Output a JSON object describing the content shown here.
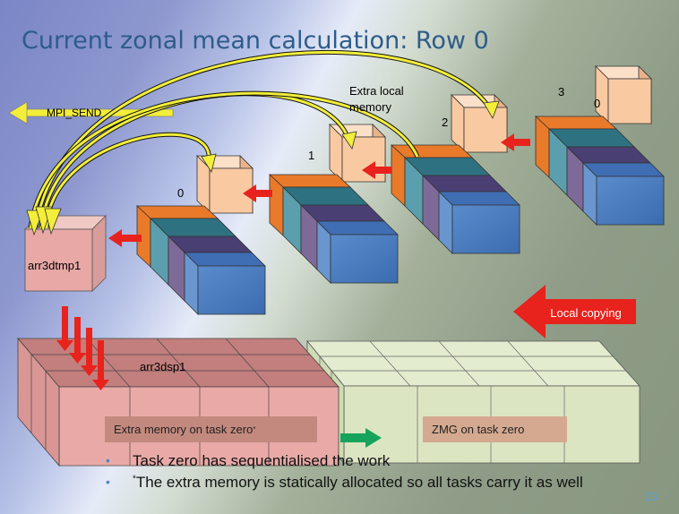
{
  "title": "Current zonal mean calculation: Row 0",
  "labels": {
    "mpi_send": "MPI_SEND",
    "extra_local_memory_line1": "Extra local",
    "extra_local_memory_line2": "memory",
    "index_0_left": "0",
    "index_1": "1",
    "index_2": "2",
    "index_3": "3",
    "index_0_right": "0",
    "arr3dtmp1": "arr3dtmp1",
    "arr3dsp1": "arr3dsp1",
    "local_copying": "Local copying",
    "extra_memory_task_zero": "Extra memory on task zero",
    "extra_memory_footnote_mark": "*",
    "zmg_task_zero": "ZMG on task zero"
  },
  "bullets": [
    {
      "text": "Task zero has sequentialised the work"
    },
    {
      "sup": "*",
      "text": "The extra memory is statically allocated so all tasks carry it as well"
    }
  ],
  "page_number": "23",
  "colors": {
    "title": "#2e5c8a",
    "red_arrow": "#e8221c",
    "orange_face": "#e97a2a",
    "peach_box": "#f9c9a1",
    "blue_front": "#4e7fc1",
    "teal_band": "#2e7282",
    "purple_band": "#4a3f73",
    "pink_block": "#e7a8a6",
    "green_block": "#dde6c4",
    "green_arrow": "#16a35c",
    "yellow_arrow": "#f2ee3a"
  }
}
